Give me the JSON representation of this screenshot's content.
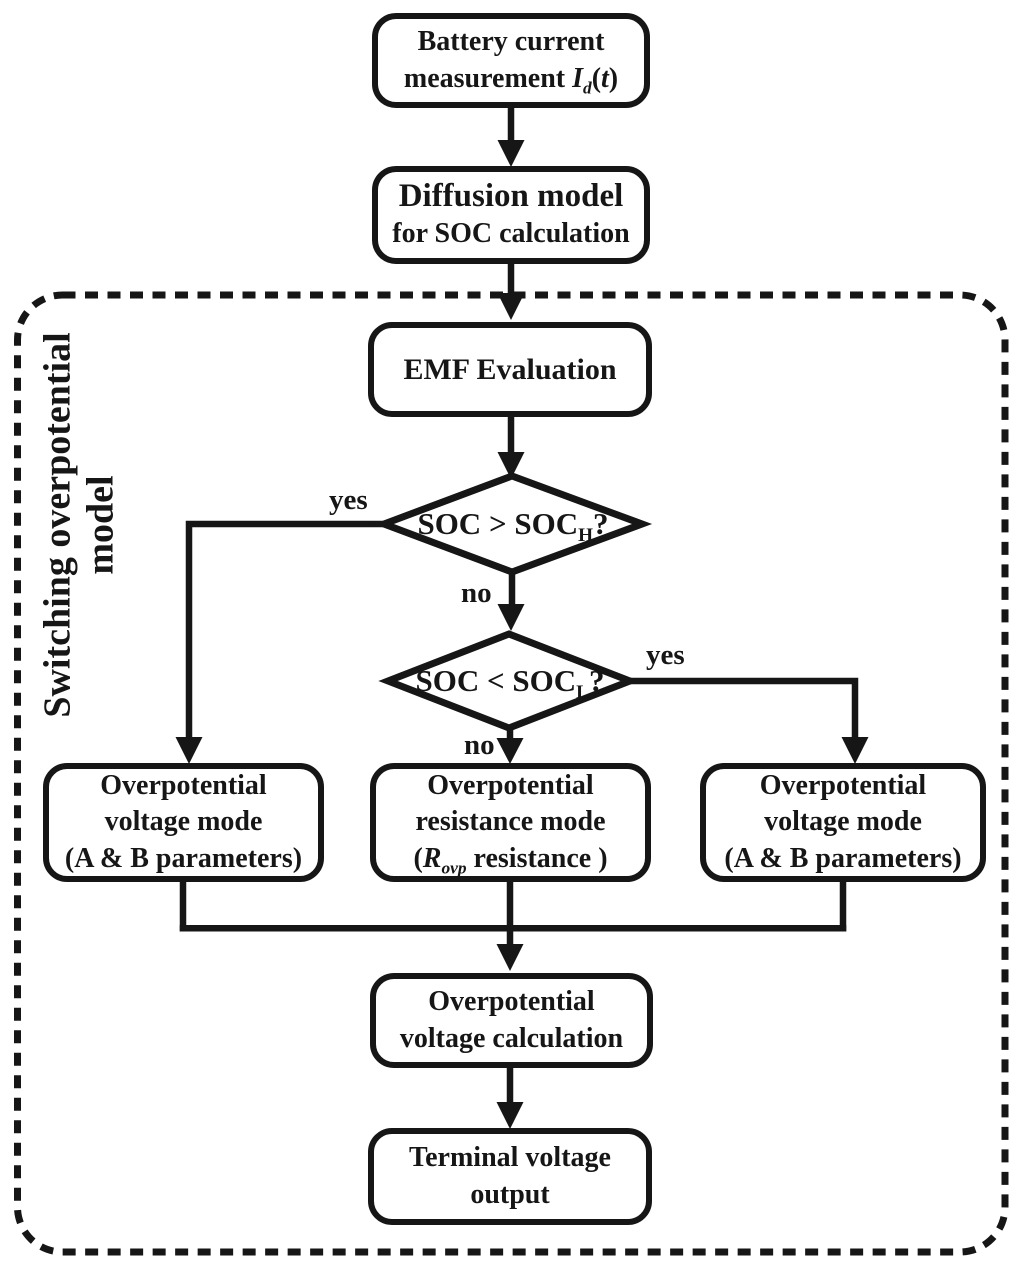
{
  "colors": {
    "ink": "#161616",
    "background": "#ffffff"
  },
  "frame": {
    "label_line1": "Switching overpotential",
    "label_line2": "model"
  },
  "nodes": {
    "battery": {
      "lines": [
        [
          {
            "t": "Battery current"
          }
        ],
        [
          {
            "t": "measurement "
          },
          {
            "t": "I",
            "i": true
          },
          {
            "t": "d",
            "i": true,
            "sub": true
          },
          {
            "t": "("
          },
          {
            "t": "t",
            "i": true
          },
          {
            "t": ")"
          }
        ]
      ]
    },
    "diffusion": {
      "lines": [
        [
          {
            "t": "Diffusion model"
          }
        ],
        [
          {
            "t": "for SOC calculation"
          }
        ]
      ]
    },
    "emf": {
      "lines": [
        [
          {
            "t": "EMF Evaluation"
          }
        ]
      ]
    },
    "soc_high": {
      "line": [
        {
          "t": "SOC > SOC"
        },
        {
          "t": "H",
          "sub": true
        },
        {
          "t": "?"
        }
      ]
    },
    "soc_low": {
      "line": [
        {
          "t": "SOC < SOC"
        },
        {
          "t": "L",
          "sub": true
        },
        {
          "t": "?"
        }
      ]
    },
    "mode_left": {
      "lines": [
        [
          {
            "t": "Overpotential"
          }
        ],
        [
          {
            "t": "voltage mode"
          }
        ],
        [
          {
            "t": "(A & B parameters)"
          }
        ]
      ]
    },
    "mode_center": {
      "lines": [
        [
          {
            "t": "Overpotential"
          }
        ],
        [
          {
            "t": "resistance mode"
          }
        ],
        [
          {
            "t": "("
          },
          {
            "t": "R",
            "i": true
          },
          {
            "t": "ovp",
            "i": true,
            "sub": true
          },
          {
            "t": " resistance )"
          }
        ]
      ]
    },
    "mode_right": {
      "lines": [
        [
          {
            "t": "Overpotential"
          }
        ],
        [
          {
            "t": "voltage mode"
          }
        ],
        [
          {
            "t": "(A & B parameters)"
          }
        ]
      ]
    },
    "ovp_calc": {
      "lines": [
        [
          {
            "t": "Overpotential"
          }
        ],
        [
          {
            "t": "voltage calculation"
          }
        ]
      ]
    },
    "terminal": {
      "lines": [
        [
          {
            "t": "Terminal voltage"
          }
        ],
        [
          {
            "t": "output"
          }
        ]
      ]
    }
  },
  "edges": {
    "soc_high_yes": "yes",
    "soc_high_no": "no",
    "soc_low_yes": "yes",
    "soc_low_no": "no"
  }
}
